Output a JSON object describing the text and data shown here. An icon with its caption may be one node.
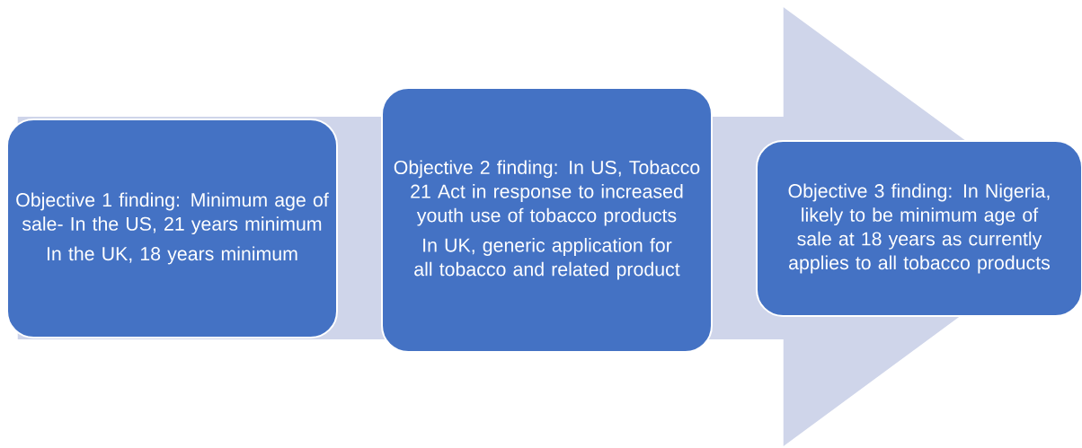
{
  "diagram": {
    "nodes": [
      {
        "text": [
          "Objective 1 finding: Minimum age of sale- In the US, 21 years minimum",
          "In the UK, 18 years minimum"
        ]
      },
      {
        "text": [
          "Objective 2 finding: In US, Tobacco 21 Act in response to increased youth use of tobacco products",
          "In UK, generic application for all tobacco and related product"
        ]
      },
      {
        "text": [
          "Objective 3 finding: In Nigeria, likely to be minimum age of sale at 18 years as currently applies to all tobacco products"
        ]
      }
    ],
    "edges": [
      {
        "from": 0,
        "to": 2,
        "arrow": "to"
      }
    ]
  }
}
